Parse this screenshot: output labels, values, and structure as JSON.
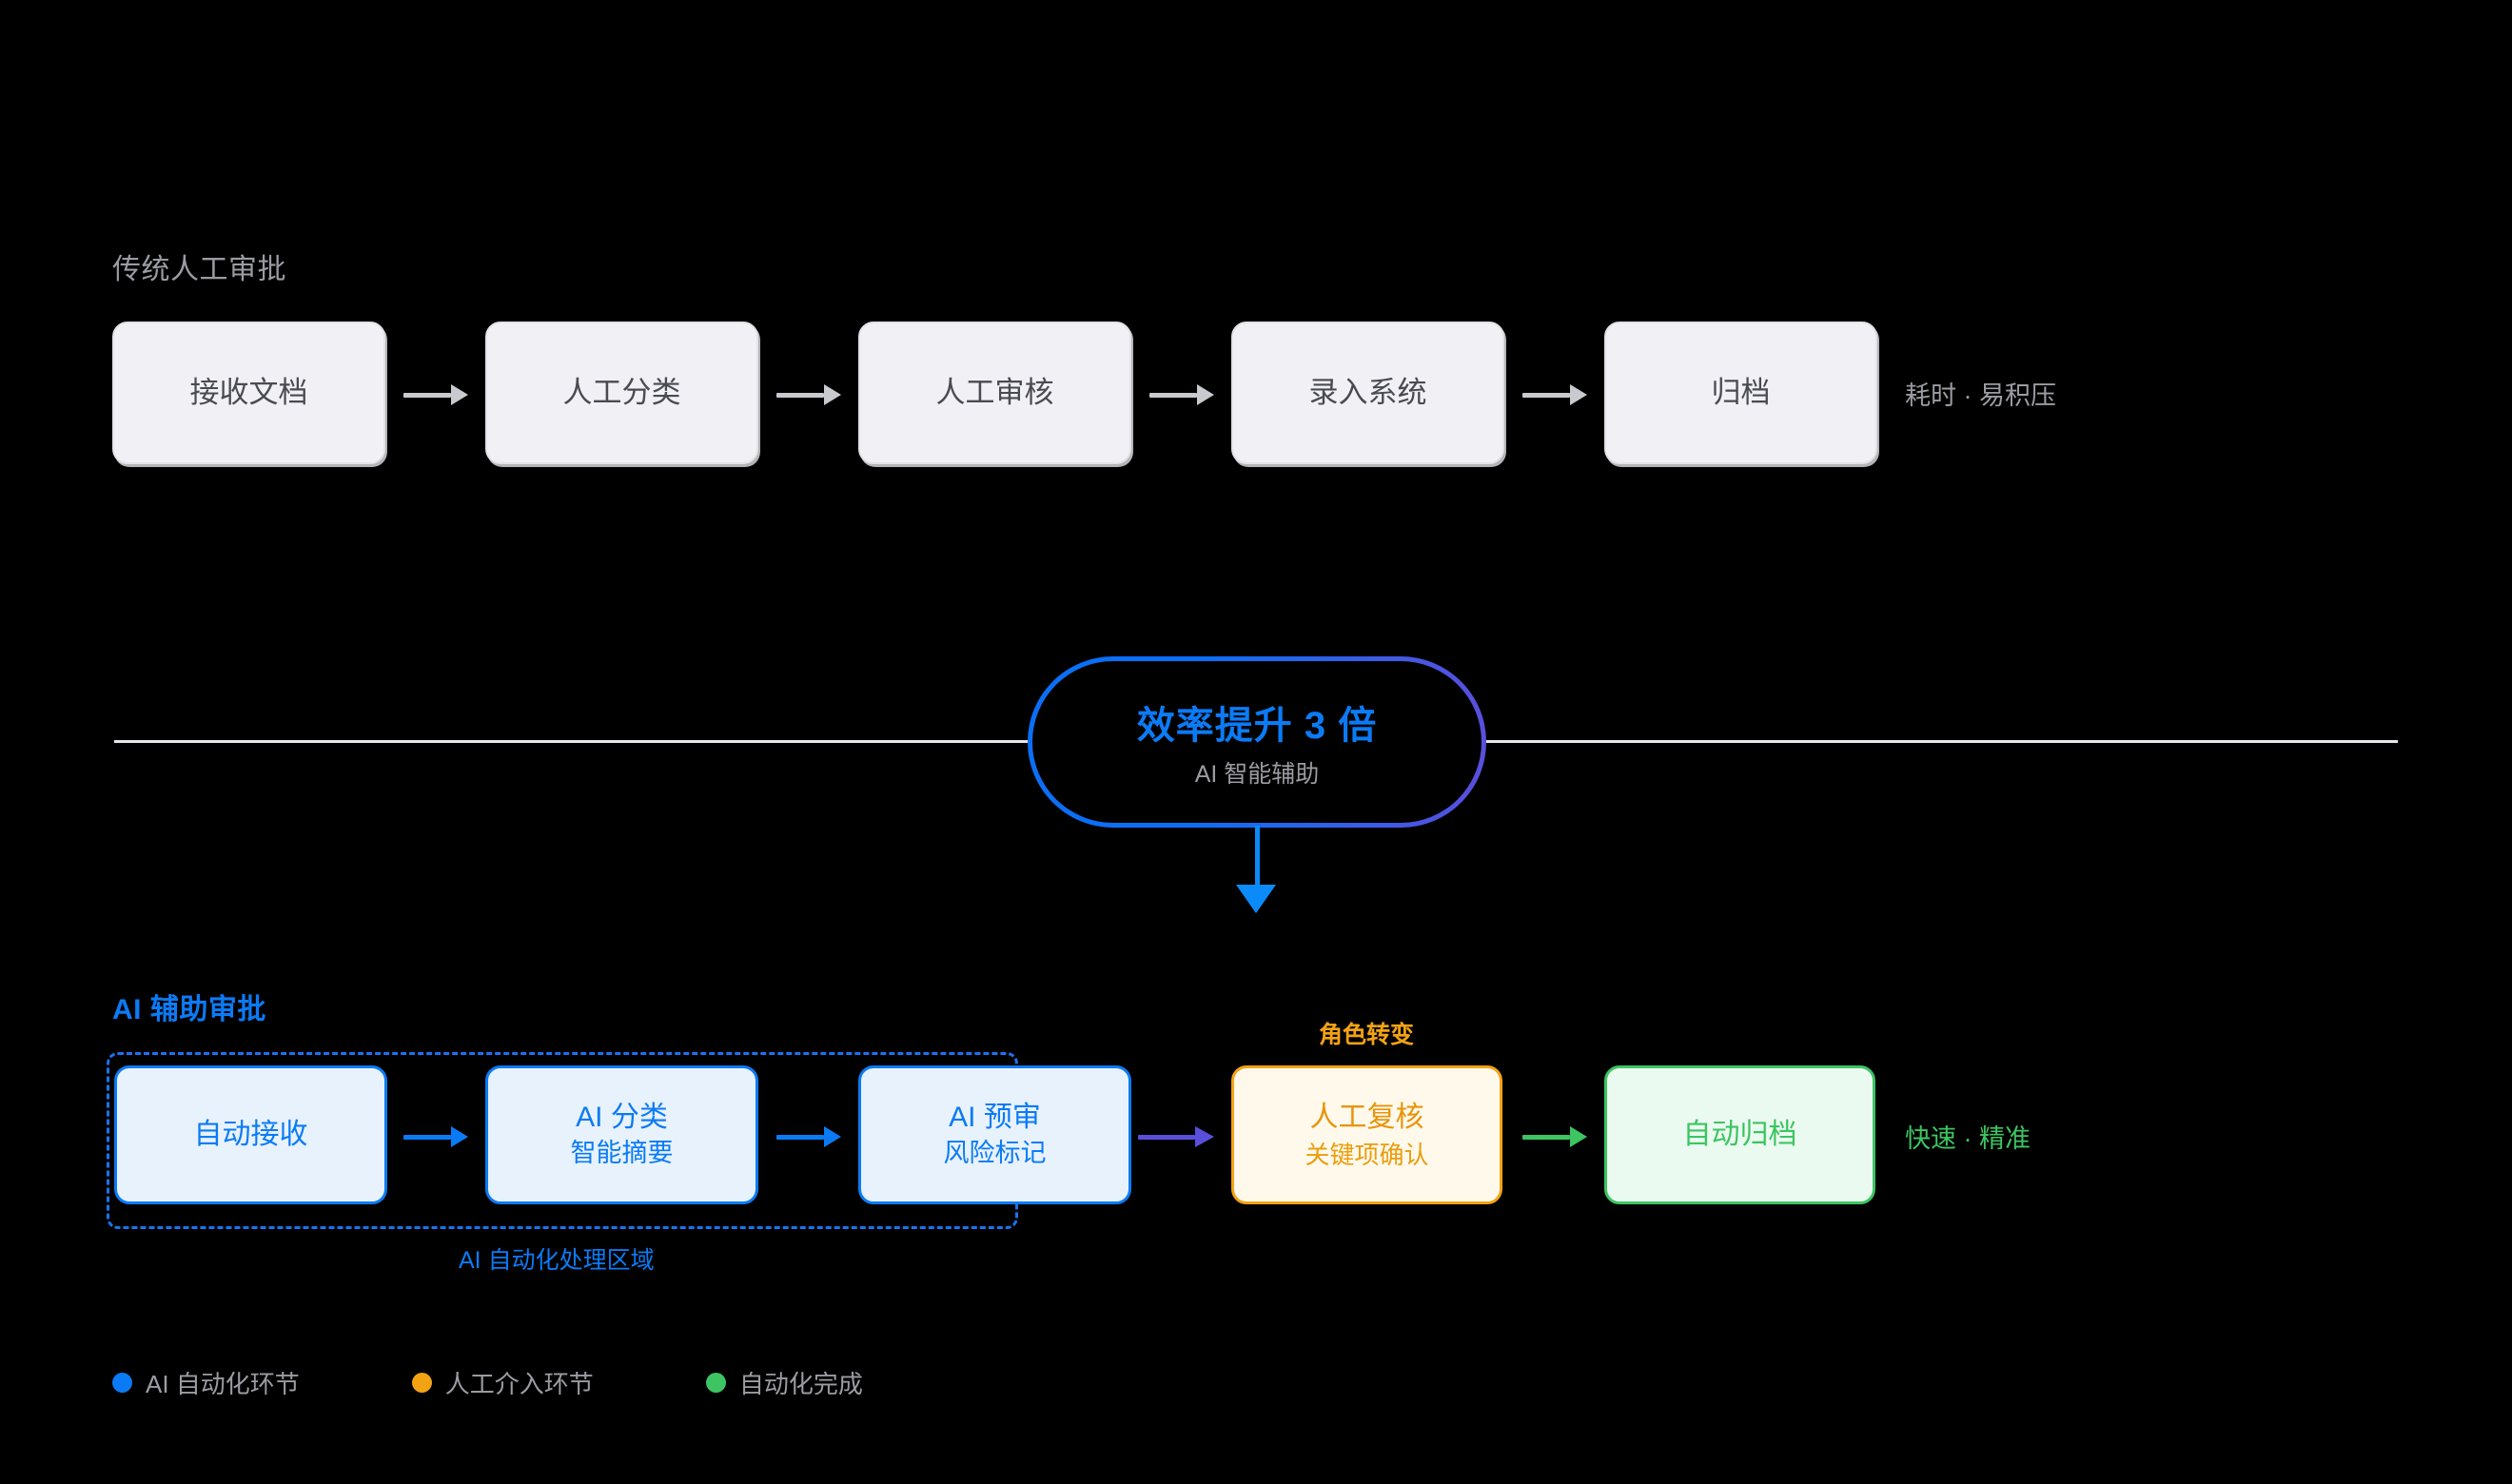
{
  "sections": {
    "traditional": {
      "title": "传统人工审批",
      "note": "耗时 · 易积压",
      "nodes": [
        {
          "label": "接收文档"
        },
        {
          "label": "人工分类"
        },
        {
          "label": "人工审核"
        },
        {
          "label": "录入系统"
        },
        {
          "label": "归档"
        }
      ]
    },
    "ai": {
      "title": "AI 辅助审批",
      "note": "快速 · 精准",
      "region_label": "AI 自动化处理区域",
      "role_change_label": "角色转变",
      "nodes": [
        {
          "label": "自动接收",
          "sub": "",
          "kind": "ai"
        },
        {
          "label": "AI 分类",
          "sub": "智能摘要",
          "kind": "ai"
        },
        {
          "label": "AI 预审",
          "sub": "风险标记",
          "kind": "ai"
        },
        {
          "label": "人工复核",
          "sub": "关键项确认",
          "kind": "human"
        },
        {
          "label": "自动归档",
          "sub": "",
          "kind": "done"
        }
      ]
    }
  },
  "badge": {
    "main": "效率提升 3 倍",
    "sub": "AI 智能辅助"
  },
  "legend": [
    {
      "label": "AI 自动化环节",
      "color": "#0b7bf5"
    },
    {
      "label": "人工介入环节",
      "color": "#f2a314"
    },
    {
      "label": "自动化完成",
      "color": "#3cc562"
    }
  ],
  "colors": {
    "ai_blue": "#0b7bf5",
    "human_orange": "#f2a314",
    "done_green": "#3cc562",
    "purple": "#5a4fdb",
    "grey": "#9b9ba3",
    "node_grey_bg": "#f1f1f5"
  }
}
